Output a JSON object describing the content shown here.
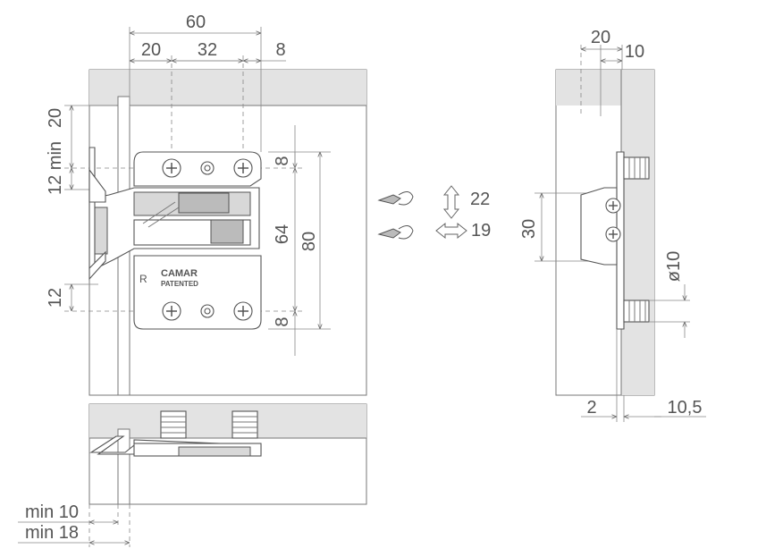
{
  "front_view": {
    "dim_60": "60",
    "dim_20": "20",
    "dim_32": "32",
    "dim_8": "8",
    "dim_20_left": "20",
    "dim_12_min": "12 min",
    "dim_12": "12",
    "dim_8_top": "8",
    "dim_64": "64",
    "dim_80": "80",
    "dim_8_bottom": "8",
    "label_r": "R",
    "brand": "CAMAR",
    "patented": "PATENTED"
  },
  "adjustments": {
    "vertical_value": "22",
    "horizontal_value": "19",
    "vertical_arrow_icon": "double-arrow-vertical-icon",
    "horizontal_arrow_icon": "double-arrow-horizontal-icon",
    "screwdriver_icon": "screwdriver-icon"
  },
  "side_view": {
    "dim_20": "20",
    "dim_10": "10",
    "dim_30": "30",
    "dim_d10": "ø10",
    "dim_2": "2",
    "dim_10_5": "10,5"
  },
  "bottom_view": {
    "min_10": "min 10",
    "min_18": "min 18"
  }
}
